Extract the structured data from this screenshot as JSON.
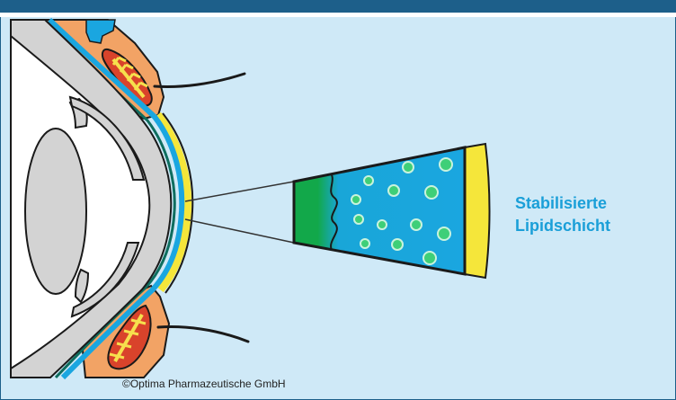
{
  "label": {
    "line1": "Stabilisierte",
    "line2": "Lipidschicht"
  },
  "copyright": "©Optima Pharmazeutische GmbH",
  "colors": {
    "top_bar": "#1d5f8a",
    "background": "#cfe9f7",
    "eye_white": "#ffffff",
    "eye_gray": "#d3d3d3",
    "eyelid_orange": "#f2a365",
    "gland_red": "#d9432b",
    "gland_yellow": "#f6e04d",
    "lipid_yellow": "#f5e63a",
    "mucin_green": "#1fa24a",
    "aqueous_blue": "#1aa6e0",
    "dots_green": "#3ecf78",
    "text_blue": "#1a9fd8"
  }
}
